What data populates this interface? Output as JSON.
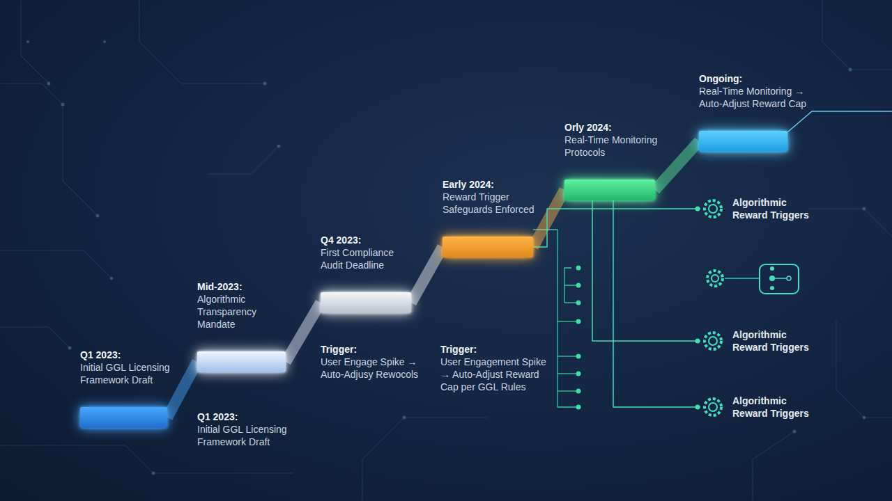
{
  "diagram": {
    "nodes": [
      {
        "text": [
          "Q1 2023:",
          "Initial GGL Licensing Framework Draft"
        ]
      },
      {
        "text": [
          "Mid-2023:",
          "Algorithmic Transparency Mandate"
        ]
      },
      {
        "text": [
          "Q4 2023:",
          "First Compliance Audit Deadline"
        ]
      },
      {
        "text": [
          "Early 2024:",
          "Reward Trigger Safeguards Enforced"
        ]
      },
      {
        "text": [
          "Orly 2024:",
          "Real-Time Monitoring Protocols"
        ]
      },
      {
        "text": [
          "Ongoing:",
          "Real-Time Monitoring → Auto-Adjust Reward Cap"
        ]
      },
      {
        "text": [
          "Algorithmic Reward Triggers"
        ]
      },
      {
        "text": [
          "Algorithmic Reward Triggers"
        ]
      },
      {
        "text": [
          "Algorithmic Reward Triggers"
        ]
      }
    ],
    "edges": [
      {
        "from": 0,
        "to": 1,
        "arrow": "none"
      },
      {
        "from": 1,
        "to": 2,
        "arrow": "none"
      },
      {
        "from": 2,
        "to": 3,
        "arrow": "none"
      },
      {
        "from": 3,
        "to": 4,
        "arrow": "none"
      },
      {
        "from": 4,
        "to": 5,
        "arrow": "none"
      },
      {
        "from": 3,
        "to": 6,
        "arrow": "none"
      },
      {
        "from": 4,
        "to": 7,
        "arrow": "none"
      },
      {
        "from": 4,
        "to": 8,
        "arrow": "none"
      }
    ],
    "labels": [
      "Q1 2023:",
      "Initial GGL Licensing Framework Draft",
      "Trigger:",
      "User Engage Spike → Auto-Adjusy Rewocols",
      "Trigger:",
      "User Engagement Spike → Auto-Adjust Reward Cap per GGL Rules"
    ]
  }
}
